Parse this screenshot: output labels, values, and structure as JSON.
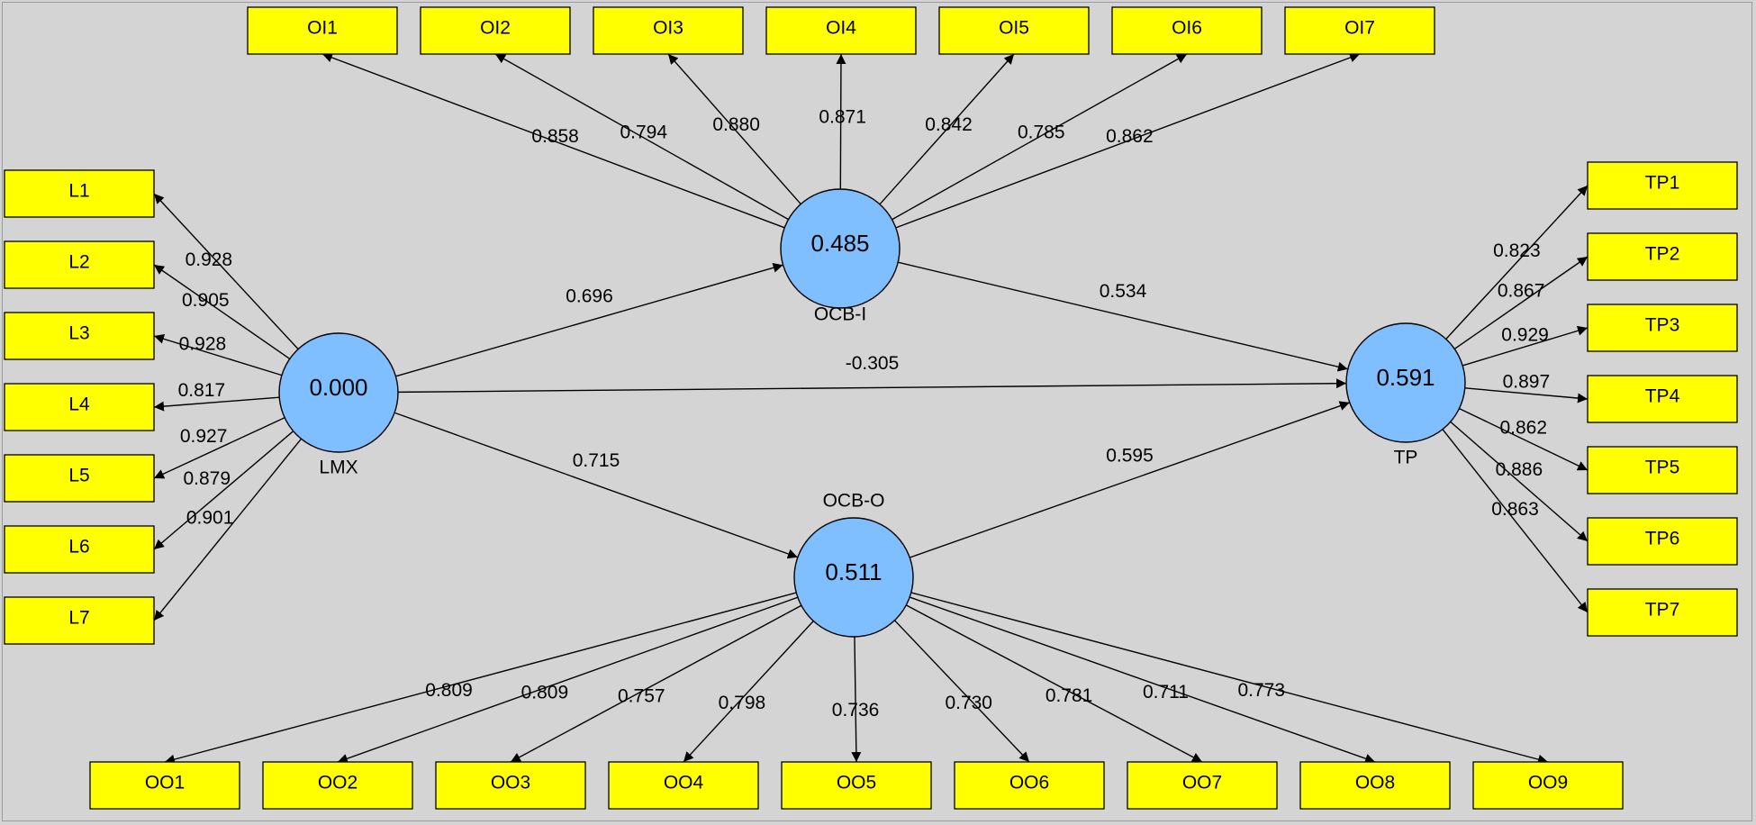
{
  "colors": {
    "background": "#d4d4d4",
    "indicator_fill": "#ffff00",
    "indicator_border": "#000000",
    "construct_fill": "#7fbfff",
    "construct_border": "#000000",
    "arrow": "#000000"
  },
  "constructs": [
    {
      "id": "LMX",
      "name": "LMX",
      "value": "0.000"
    },
    {
      "id": "OCBI",
      "name": "OCB-I",
      "value": "0.485"
    },
    {
      "id": "OCBO",
      "name": "OCB-O",
      "value": "0.511"
    },
    {
      "id": "TP",
      "name": "TP",
      "value": "0.591"
    }
  ],
  "indicators": {
    "LMX": [
      "L1",
      "L2",
      "L3",
      "L4",
      "L5",
      "L6",
      "L7"
    ],
    "OCBI": [
      "OI1",
      "OI2",
      "OI3",
      "OI4",
      "OI5",
      "OI6",
      "OI7"
    ],
    "OCBO": [
      "OO1",
      "OO2",
      "OO3",
      "OO4",
      "OO5",
      "OO6",
      "OO7",
      "OO8",
      "OO9"
    ],
    "TP": [
      "TP1",
      "TP2",
      "TP3",
      "TP4",
      "TP5",
      "TP6",
      "TP7"
    ]
  },
  "loadings": {
    "LMX": [
      "0.928",
      "0.905",
      "0.928",
      "0.817",
      "0.927",
      "0.879",
      "0.901"
    ],
    "OCBI": [
      "0.858",
      "0.794",
      "0.880",
      "0.871",
      "0.842",
      "0.785",
      "0.862"
    ],
    "OCBO": [
      "0.809",
      "0.809",
      "0.757",
      "0.798",
      "0.736",
      "0.730",
      "0.781",
      "0.711",
      "0.773"
    ],
    "TP": [
      "0.823",
      "0.867",
      "0.929",
      "0.897",
      "0.862",
      "0.886",
      "0.863"
    ]
  },
  "paths": [
    {
      "from": "LMX",
      "to": "OCBI",
      "coefficient": "0.696"
    },
    {
      "from": "LMX",
      "to": "OCBO",
      "coefficient": "0.715"
    },
    {
      "from": "LMX",
      "to": "TP",
      "coefficient": "-0.305"
    },
    {
      "from": "OCBI",
      "to": "TP",
      "coefficient": "0.534"
    },
    {
      "from": "OCBO",
      "to": "TP",
      "coefficient": "0.595"
    }
  ]
}
